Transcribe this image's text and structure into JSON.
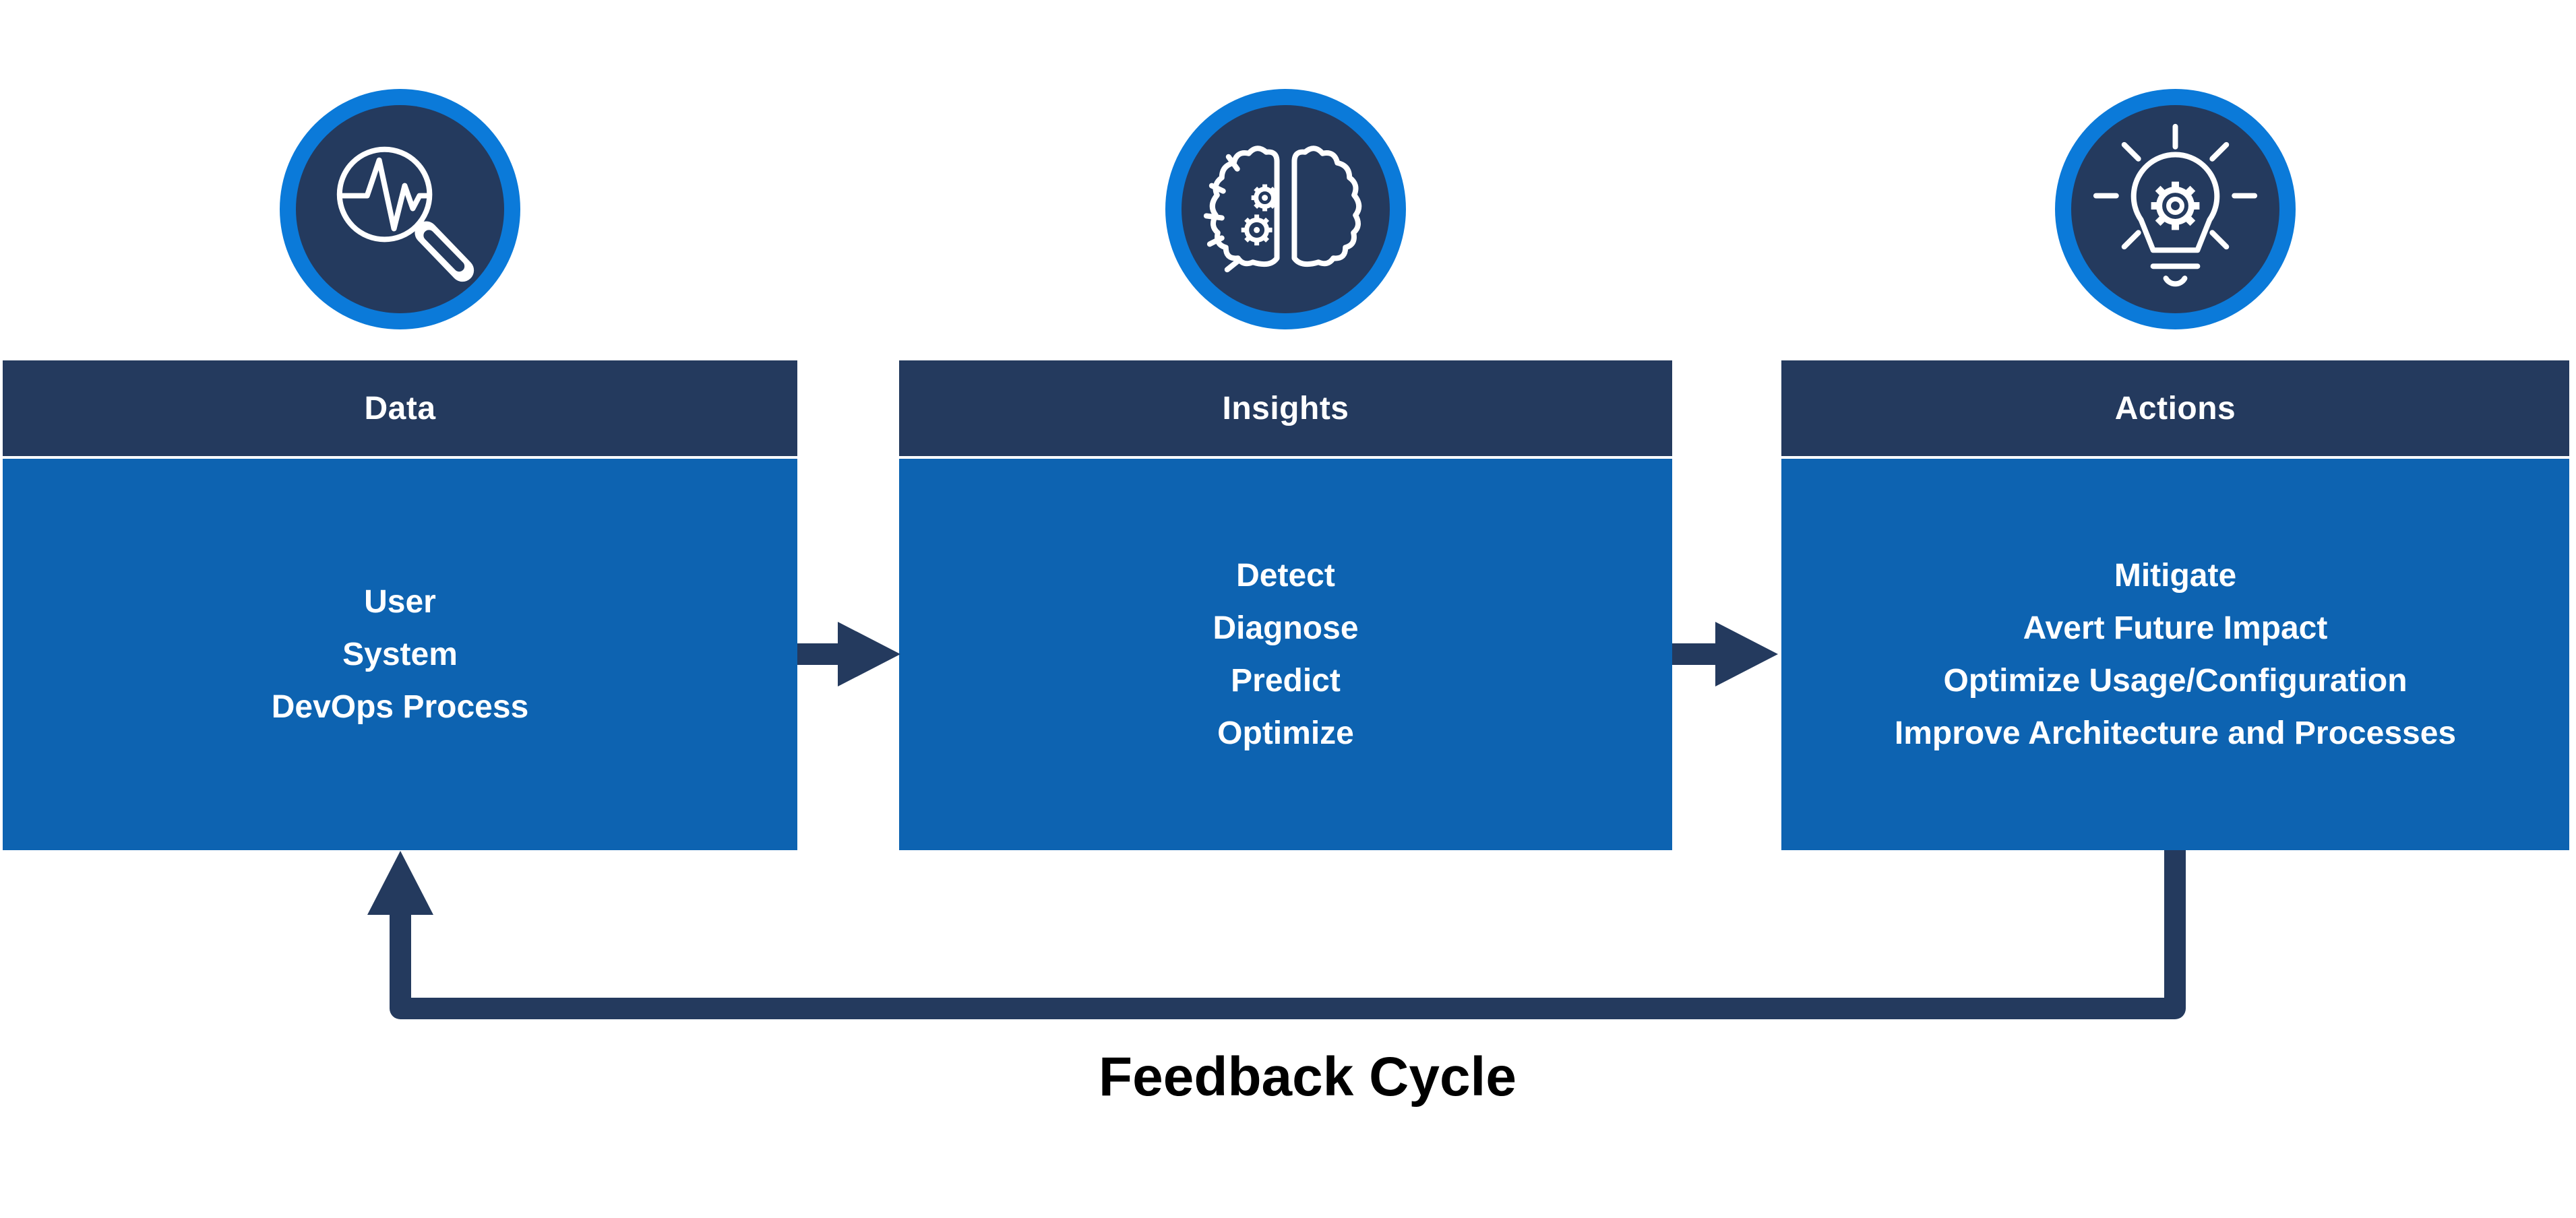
{
  "diagram_title": "",
  "columns": [
    {
      "id": "data",
      "icon": "magnifier-pulse-icon",
      "header": "Data",
      "items": [
        "User",
        "System",
        "DevOps Process"
      ]
    },
    {
      "id": "insights",
      "icon": "brain-gears-icon",
      "header": "Insights",
      "items": [
        "Detect",
        "Diagnose",
        "Predict",
        "Optimize"
      ]
    },
    {
      "id": "actions",
      "icon": "lightbulb-gear-icon",
      "header": "Actions",
      "items": [
        "Mitigate",
        "Avert Future Impact",
        "Optimize Usage/Configuration",
        "Improve Architecture and Processes"
      ]
    }
  ],
  "feedback_label": "Feedback Cycle",
  "colors": {
    "header_navy": "#243a5e",
    "body_blue": "#0d63b1",
    "icon_ring_blue": "#0b7ad9",
    "icon_inner_navy": "#243a5e",
    "arrow_navy": "#243a5e",
    "box_text": "#ffffff",
    "feedback_text": "#000000",
    "background": "#ffffff"
  }
}
